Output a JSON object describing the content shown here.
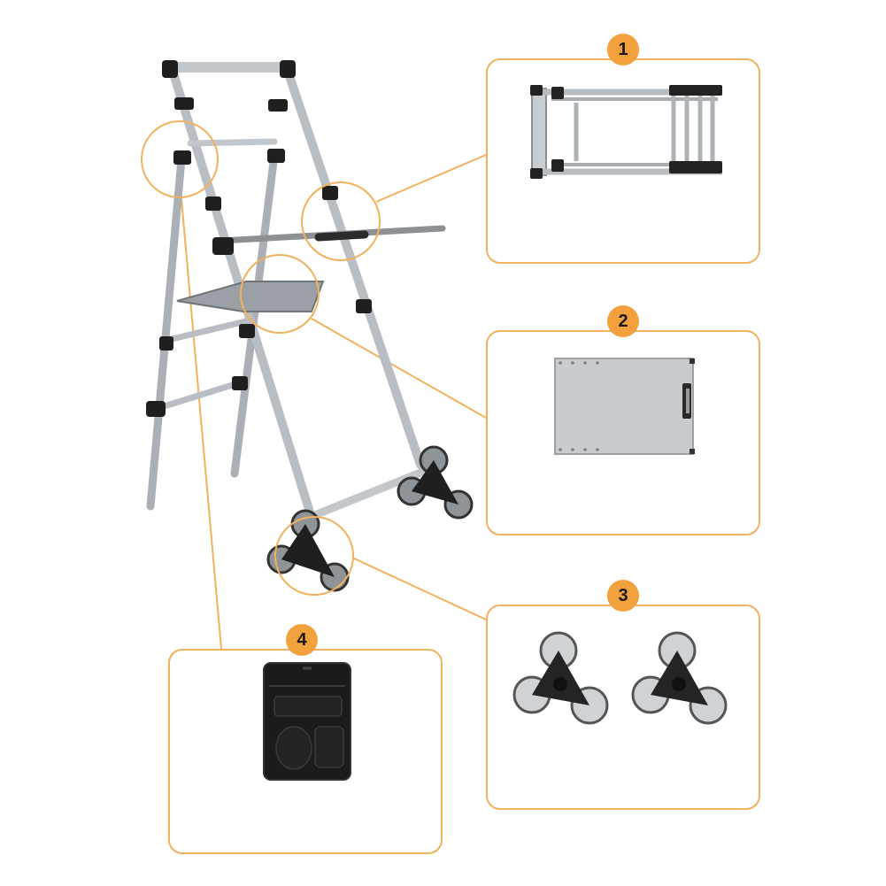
{
  "callouts": [
    {
      "number": "1",
      "part": "folded-frame"
    },
    {
      "number": "2",
      "part": "platform-board"
    },
    {
      "number": "3",
      "part": "tri-wheel-set"
    },
    {
      "number": "4",
      "part": "carry-bag"
    }
  ],
  "colors": {
    "accent": "#f2a13c",
    "panel_border": "#f2b15c",
    "frame_metal": "#b9bec4",
    "joint_black": "#1f1f1f",
    "board_gray": "#c9ccce",
    "bag_black": "#1b1b1b"
  }
}
